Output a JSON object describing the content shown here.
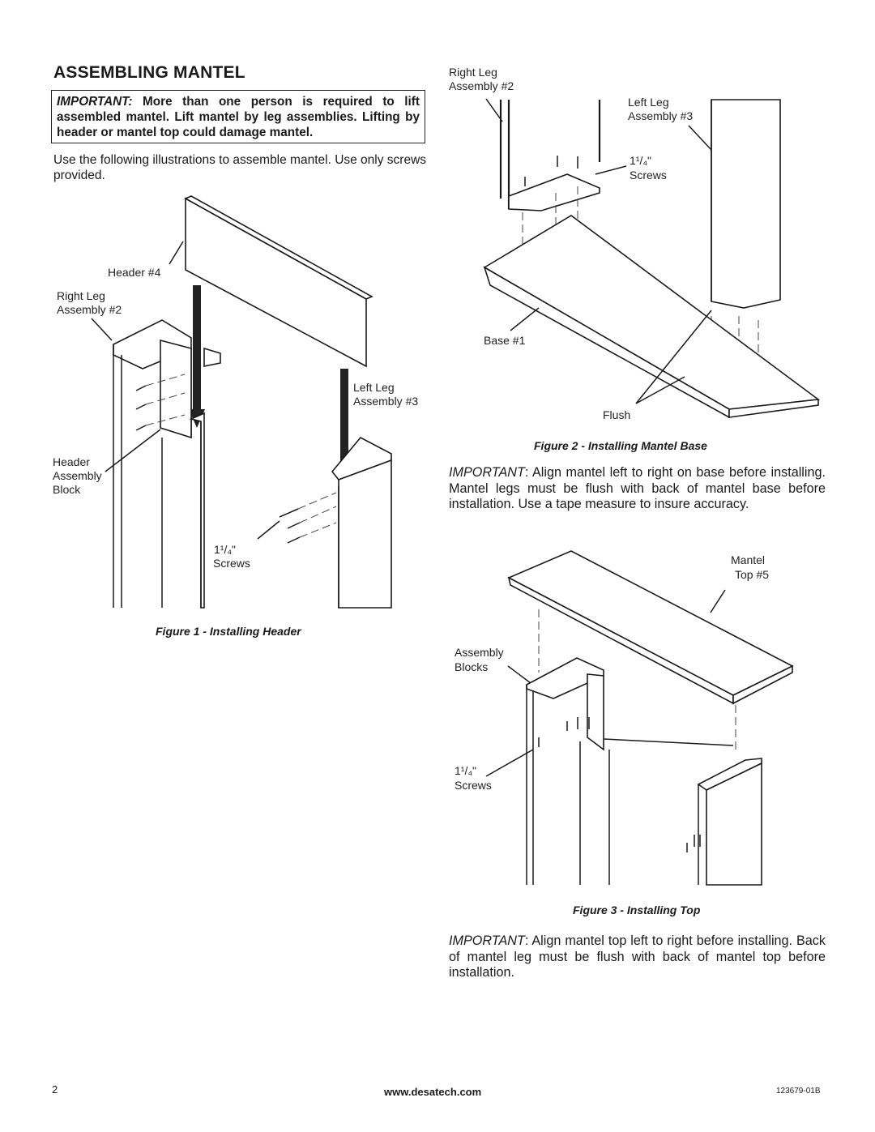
{
  "heading": "ASSEMBLING MANTEL",
  "warning": {
    "important": "IMPORTANT:",
    "text": " More than one person is required to lift assembled mantel. Lift mantel by leg assemblies. Lifting by header or mantel top could damage mantel."
  },
  "intro": "Use the following illustrations to assemble mantel. Use only screws provided.",
  "figure1": {
    "labels": {
      "header": "Header #4",
      "right_leg_1": "Right Leg",
      "right_leg_2": "Assembly #2",
      "left_leg_1": "Left Leg",
      "left_leg_2": "Assembly #3",
      "block_1": "Header",
      "block_2": "Assembly",
      "block_3": "Block",
      "screws_size": "1¹/₄\"",
      "screws": "Screws"
    },
    "caption": "Figure 1 - Installing Header"
  },
  "figure2": {
    "labels": {
      "right_leg_1": "Right Leg",
      "right_leg_2": "Assembly #2",
      "left_leg_1": "Left Leg",
      "left_leg_2": "Assembly #3",
      "screws_size": "1¹/₄\"",
      "screws": "Screws",
      "base": "Base #1",
      "flush": "Flush"
    },
    "caption": "Figure 2 - Installing Mantel Base"
  },
  "note2": {
    "important": "IMPORTANT",
    "text": ": Align mantel left to right on base before installing. Mantel legs must be flush with back of mantel base before installation. Use a tape measure to insure accuracy."
  },
  "figure3": {
    "labels": {
      "top_1": "Mantel",
      "top_2": "Top #5",
      "blocks_1": "Assembly",
      "blocks_2": "Blocks",
      "screws_size": "1¹/₄\"",
      "screws": "Screws"
    },
    "caption": "Figure 3 - Installing Top"
  },
  "note3": {
    "important": "IMPORTANT",
    "text": ": Align mantel top left to right before installing. Back of mantel leg must be flush with back of mantel top before installation."
  },
  "footer": {
    "page": "2",
    "url": "www.desatech.com",
    "code": "123679-01B"
  }
}
